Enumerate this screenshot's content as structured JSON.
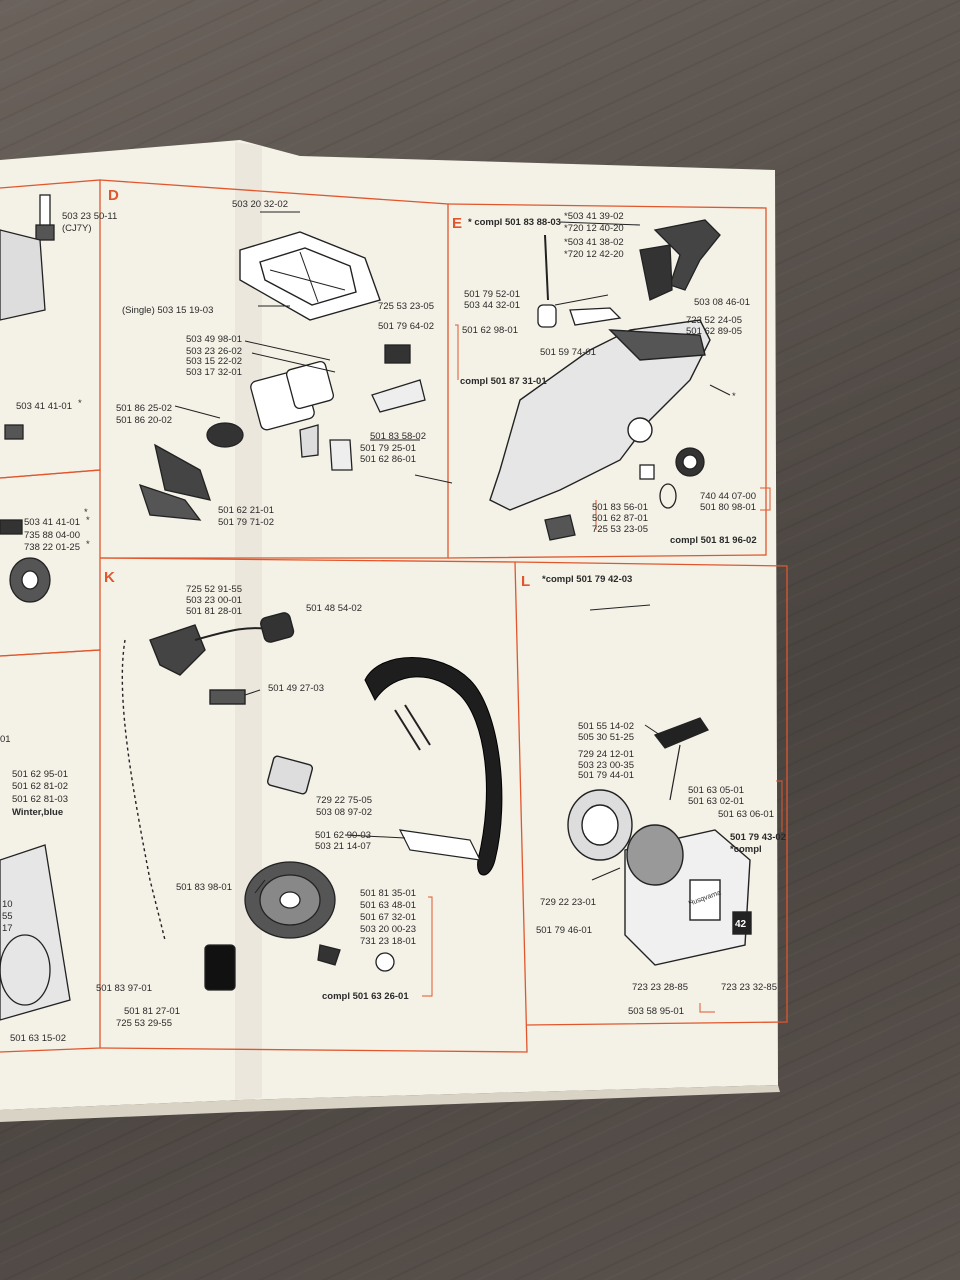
{
  "colors": {
    "frame": "#e0572e",
    "paper": "#f4f1e6",
    "ink": "#2a2a2a"
  },
  "sections": {
    "d": "D",
    "e": "E",
    "k": "K",
    "l": "L"
  },
  "left_panels": {
    "top": [
      "503 23 50-11",
      "(CJ7Y)",
      "503 41 41-01",
      "*"
    ],
    "middle": [
      "*",
      "503 41 41-01",
      "*",
      "735 88 04-00",
      "738 22 01-25",
      "*"
    ],
    "bottom": [
      "01",
      "501 62 95-01",
      "501 62 81-02",
      "501 62 81-03",
      "Winter,blue",
      "10",
      "55",
      "17",
      "501 63 15-02"
    ]
  },
  "panel_d": {
    "labels": [
      "503 20 32-02",
      "(Single) 503 15 19-03",
      "725 53 23-05",
      "501 79 64-02",
      "503 49 98-01",
      "503 23 26-02",
      "503 15 22-02",
      "503 17 32-01",
      "501 86 25-02",
      "501 86 20-02",
      "501 83 58-02",
      "501 79 25-01",
      "501 62 86-01",
      "501 62 21-01",
      "501 79 71-02"
    ]
  },
  "panel_e": {
    "compl_top": "* compl 501 83 88-03",
    "labels": [
      "*503 41 39-02",
      "*720 12 40-20",
      "*503 41 38-02",
      "*720 12 42-20",
      "501 79 52-01",
      "503 44 32-01",
      "503 08 46-01",
      "723 52 24-05",
      "501 62 89-05",
      "501 62 98-01",
      "501 59 74-01",
      "*",
      "740 44 07-00",
      "501 80 98-01",
      "501 83 56-01",
      "501 62 87-01",
      "725 53 23-05"
    ],
    "compl_left": "compl 501 87 31-01",
    "compl_bottom": "compl 501 81 96-02"
  },
  "panel_k": {
    "labels": [
      "725 52 91-55",
      "503 23 00-01",
      "501 81 28-01",
      "501 48 54-02",
      "501 49 27-03",
      "729 22 75-05",
      "503 08 97-02",
      "501 62 90-03",
      "503 21 14-07",
      "501 83 98-01",
      "501 81 35-01",
      "501 63 48-01",
      "501 67 32-01",
      "503 20 00-23",
      "731 23 18-01",
      "501 83 97-01",
      "501 81 27-01",
      "725 53 29-55"
    ],
    "compl": "compl 501 63 26-01"
  },
  "panel_l": {
    "compl_top": "*compl 501 79 42-03",
    "labels": [
      "501 55 14-02",
      "505 30 51-25",
      "729 24 12-01",
      "503 23 00-35",
      "501 79 44-01",
      "501 63 05-01",
      "501 63 02-01",
      "501 63 06-01",
      "729 22 23-01",
      "501 79 46-01",
      "723 23 28-85",
      "723 23 32-85",
      "503 58 95-01"
    ],
    "compl_right": "501 79 43-02",
    "compl_note": "*compl",
    "brand": "Husqvarna",
    "model": "42"
  },
  "icons": [
    "spark-plug-icon",
    "piston-icon",
    "air-filter-cover-icon",
    "carburetor-icon",
    "throttle-trigger-icon",
    "rear-handle-icon",
    "fuel-cap-icon",
    "ignition-coil-icon",
    "front-handle-bar-icon",
    "flywheel-icon",
    "starter-housing-icon",
    "starter-handle-icon"
  ]
}
